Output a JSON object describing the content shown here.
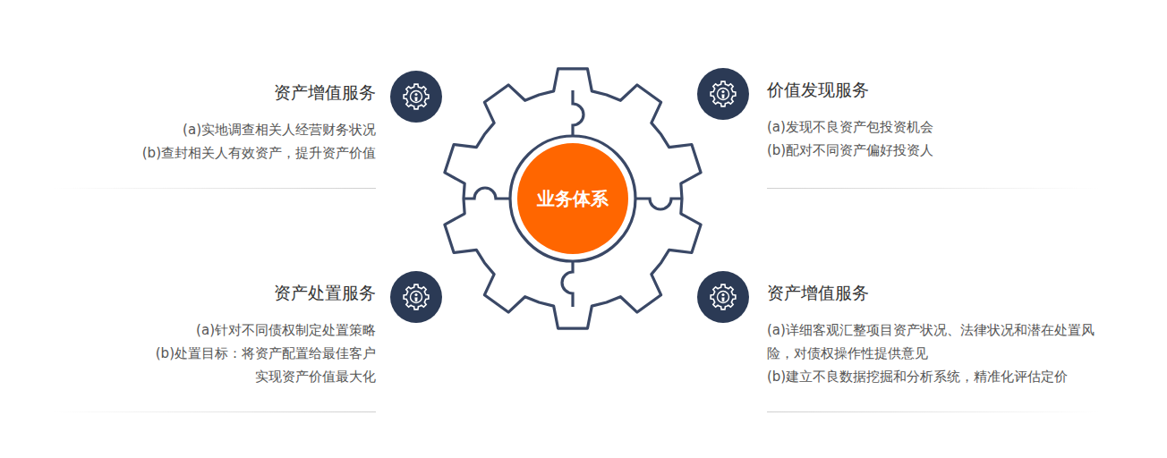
{
  "diagram": {
    "nodes": [
      {
        "text": [
          "业务体系"
        ]
      },
      {
        "text": [
          "资产增值服务",
          "(a)实地调查相关人经营财务状况",
          "(b)查封相关人有效资产，提升资产价值"
        ]
      },
      {
        "text": [
          "价值发现服务",
          "(a)发现不良资产包投资机会",
          "(b)配对不同资产偏好投资人"
        ]
      },
      {
        "text": [
          "资产处置服务",
          "(a)针对不同债权制定处置策略",
          "(b)处置目标：将资产配置给最佳客户 实现资产价值最大化"
        ]
      },
      {
        "text": [
          "资产增值服务",
          "(a)详细客观汇整项目资产状况、法律状况和潜在处置风险，对债权操作性提供意见",
          "(b)建立不良数据挖掘和分析系统，精准化评估定价"
        ]
      }
    ]
  }
}
